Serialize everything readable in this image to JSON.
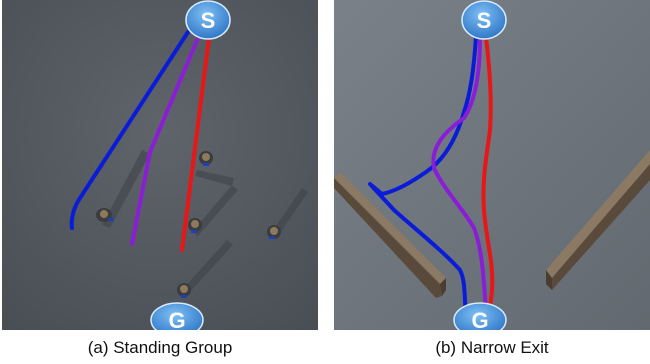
{
  "captions": {
    "a": "(a) Standing Group",
    "b": "(b) Narrow Exit"
  },
  "markers": {
    "start": "S",
    "goal": "G"
  },
  "colors": {
    "path_blue": "#0a1cd8",
    "path_purple": "#8a1ed6",
    "path_red": "#e81616",
    "marker_fill": "#3f8fdc",
    "panel_a_bg": "#575c63",
    "panel_b_bg": "#6f767d",
    "wall": "#6b5a48"
  }
}
